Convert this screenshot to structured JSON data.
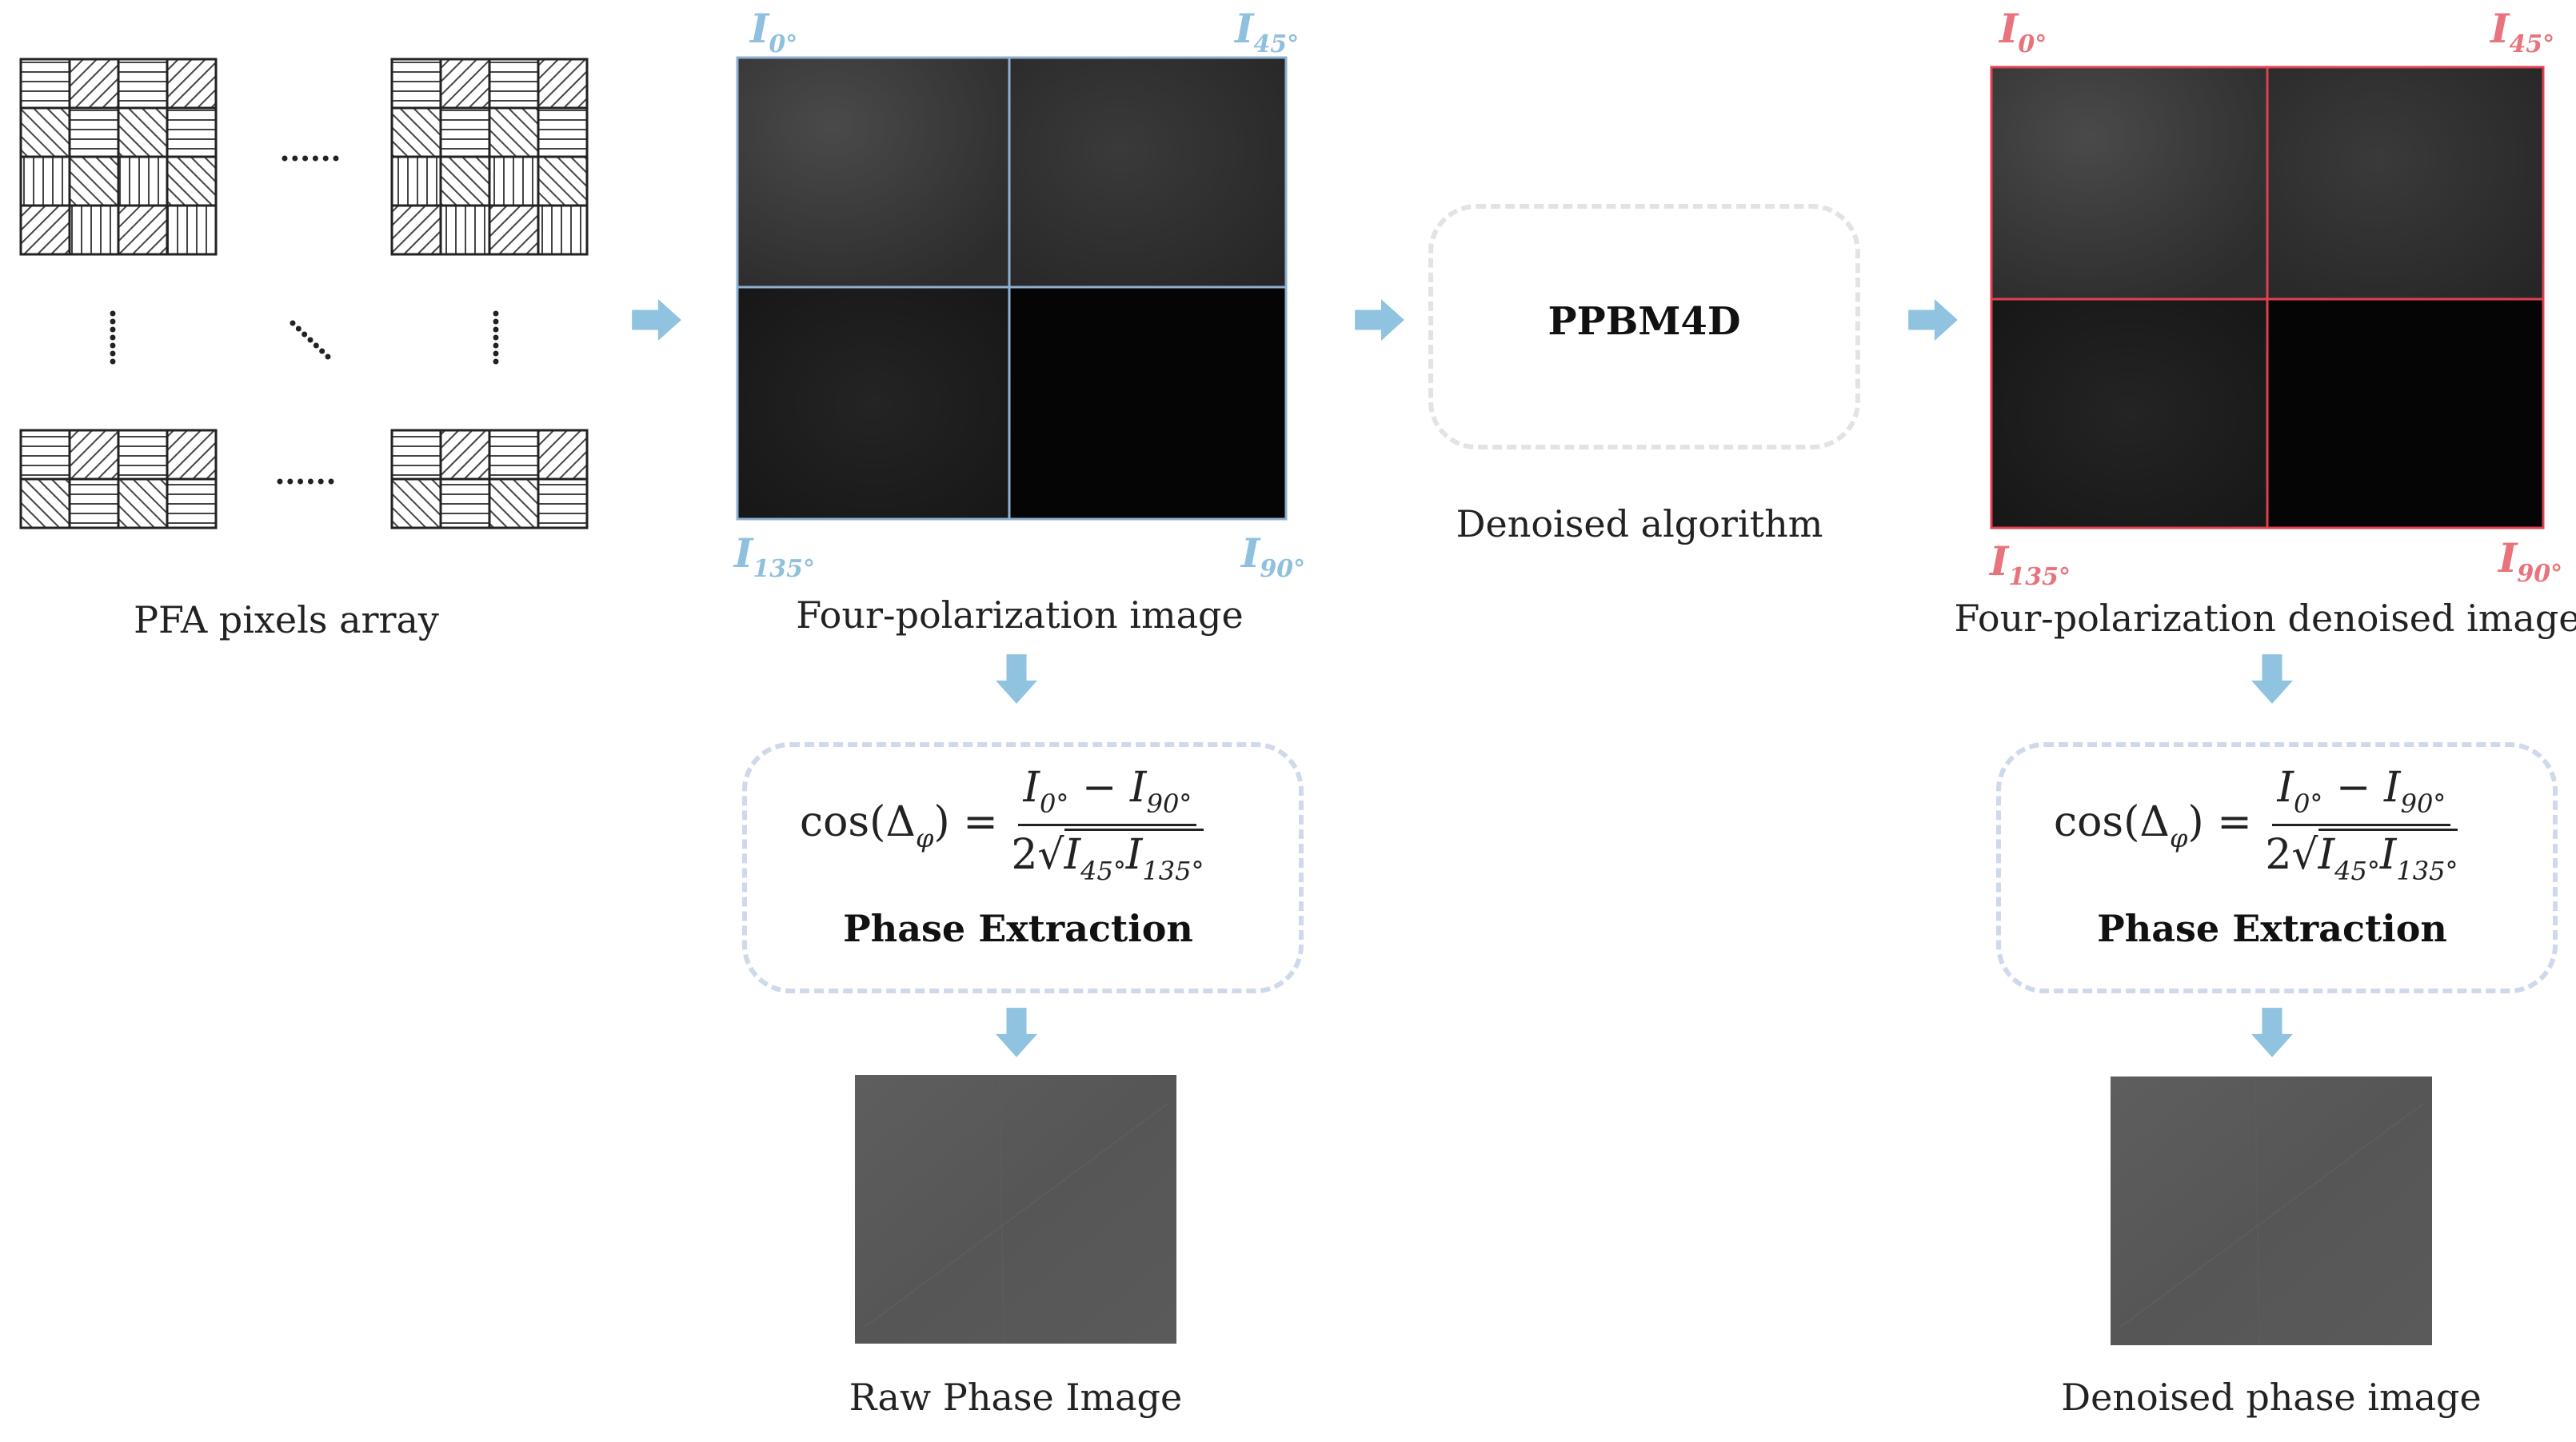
{
  "pfa": {
    "caption": "PFA pixels array",
    "ellipsis_h": "......",
    "ellipsis_v": "⋮"
  },
  "four_pol": {
    "caption": "Four-polarization image",
    "labels": {
      "tl_sub": "0°",
      "tr_sub": "45°",
      "bl_sub": "135°",
      "br_sub": "90°",
      "letter": "I"
    }
  },
  "algorithm": {
    "name": "PPBM4D",
    "caption": "Denoised algorithm"
  },
  "denoised": {
    "caption": "Four-polarization denoised image",
    "labels": {
      "tl_sub": "0°",
      "tr_sub": "45°",
      "bl_sub": "135°",
      "br_sub": "90°",
      "letter": "I"
    }
  },
  "phase_left": {
    "title": "Phase Extraction",
    "result_caption": "Raw Phase Image"
  },
  "phase_right": {
    "title": "Phase Extraction",
    "result_caption": "Denoised phase image"
  },
  "formula": {
    "lhs_func": "cos",
    "lhs_arg": "Δ",
    "lhs_sub": "φ",
    "equals": "=",
    "num_a": "I",
    "num_a_sub": "0°",
    "minus": "−",
    "num_b": "I",
    "num_b_sub": "90°",
    "den_coef": "2",
    "den_a": "I",
    "den_a_sub": "45°",
    "den_b": "I",
    "den_b_sub": "135°"
  },
  "colors": {
    "arrow": "#8fc3e0",
    "blue_grid": "#8fb0d3",
    "red_grid": "#e0404f",
    "dash_blue": "#cfd9ec",
    "dash_gray": "#e3e3e3"
  }
}
